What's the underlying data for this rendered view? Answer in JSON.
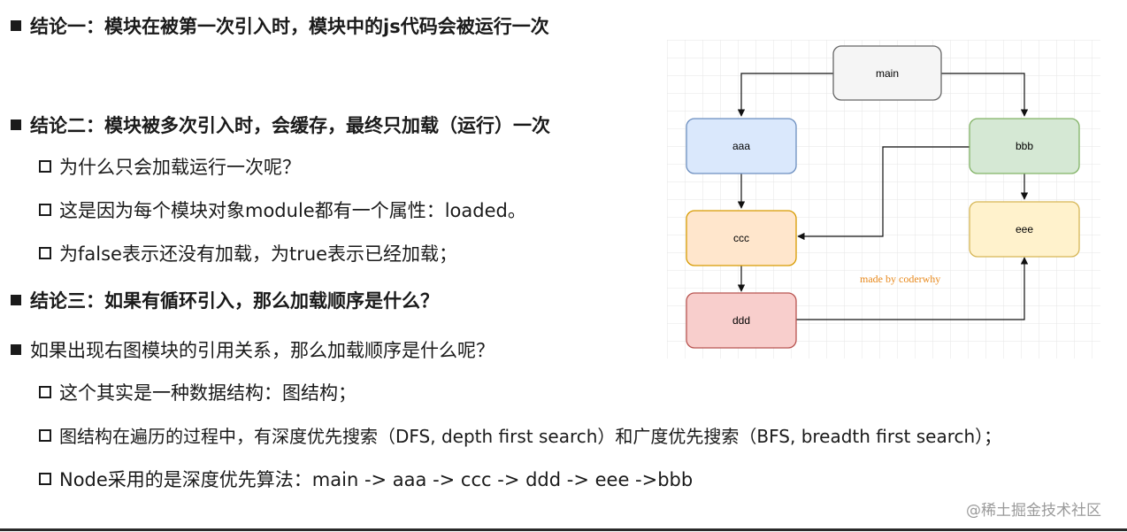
{
  "sections": [
    {
      "level": 1,
      "bold": true,
      "text": "结论一：模块在被第一次引入时，模块中的js代码会被运行一次"
    },
    {
      "level": 1,
      "bold": true,
      "text": "结论二：模块被多次引入时，会缓存，最终只加载（运行）一次"
    },
    {
      "level": 2,
      "bold": false,
      "text": "为什么只会加载运行一次呢？"
    },
    {
      "level": 2,
      "bold": false,
      "text": "这是因为每个模块对象module都有一个属性：loaded。"
    },
    {
      "level": 2,
      "bold": false,
      "text": "为false表示还没有加载，为true表示已经加载；"
    },
    {
      "level": 1,
      "bold": true,
      "text": "结论三：如果有循环引入，那么加载顺序是什么？"
    },
    {
      "level": 1,
      "bold": false,
      "text": "如果出现右图模块的引用关系，那么加载顺序是什么呢？"
    },
    {
      "level": 2,
      "bold": false,
      "text": "这个其实是一种数据结构：图结构；"
    },
    {
      "level": 2,
      "bold": false,
      "text": "图结构在遍历的过程中，有深度优先搜索（DFS, depth first search）和广度优先搜索（BFS, breadth first search）；"
    },
    {
      "level": 2,
      "bold": false,
      "text": "Node采用的是深度优先算法：main -> aaa -> ccc -> ddd -> eee ->bbb"
    }
  ],
  "diagram": {
    "nodes": [
      {
        "id": "main",
        "label": "main",
        "fill": "#f5f5f5",
        "stroke": "#666666"
      },
      {
        "id": "aaa",
        "label": "aaa",
        "fill": "#dae8fc",
        "stroke": "#6c8ebf"
      },
      {
        "id": "bbb",
        "label": "bbb",
        "fill": "#d5e8d4",
        "stroke": "#82b366"
      },
      {
        "id": "ccc",
        "label": "ccc",
        "fill": "#ffe6cc",
        "stroke": "#d79b00"
      },
      {
        "id": "eee",
        "label": "eee",
        "fill": "#fff2cc",
        "stroke": "#d6b656"
      },
      {
        "id": "ddd",
        "label": "ddd",
        "fill": "#f8cecc",
        "stroke": "#b85450"
      }
    ],
    "credit": "made by coderwhy",
    "credit_color": "#e8891c"
  },
  "watermark": "@稀土掘金技术社区"
}
